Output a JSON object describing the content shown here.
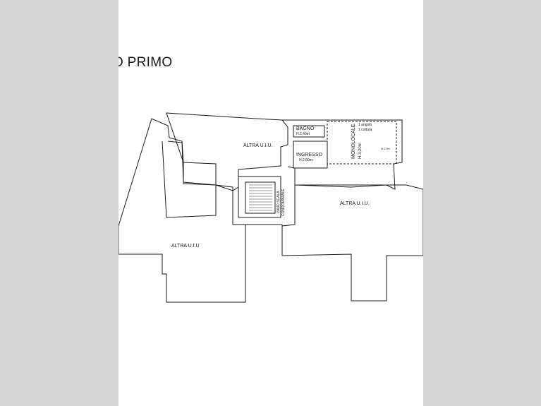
{
  "title": "O PRIMO",
  "labels": {
    "altra_uiu_a": "ALTRA U.I.U.",
    "altra_uiu_b": "ALTRA U.I.U.",
    "altra_uiu_c": "ALTRA U.I.U",
    "bagno": "BAGNO",
    "bagno_h": "H.2,40m",
    "ingresso": "INGRESSO",
    "ingresso_h": "H.2,80m",
    "monolocale": "MONOLOCALE",
    "monolocale_h": "H.3,20m",
    "angolo": "1 angolo",
    "cottura": "1 cottura",
    "vano_scala_1": "VANO SCALA",
    "vano_scala_2": "CONDOMINIALE",
    "small_h": "H.2,9m"
  }
}
